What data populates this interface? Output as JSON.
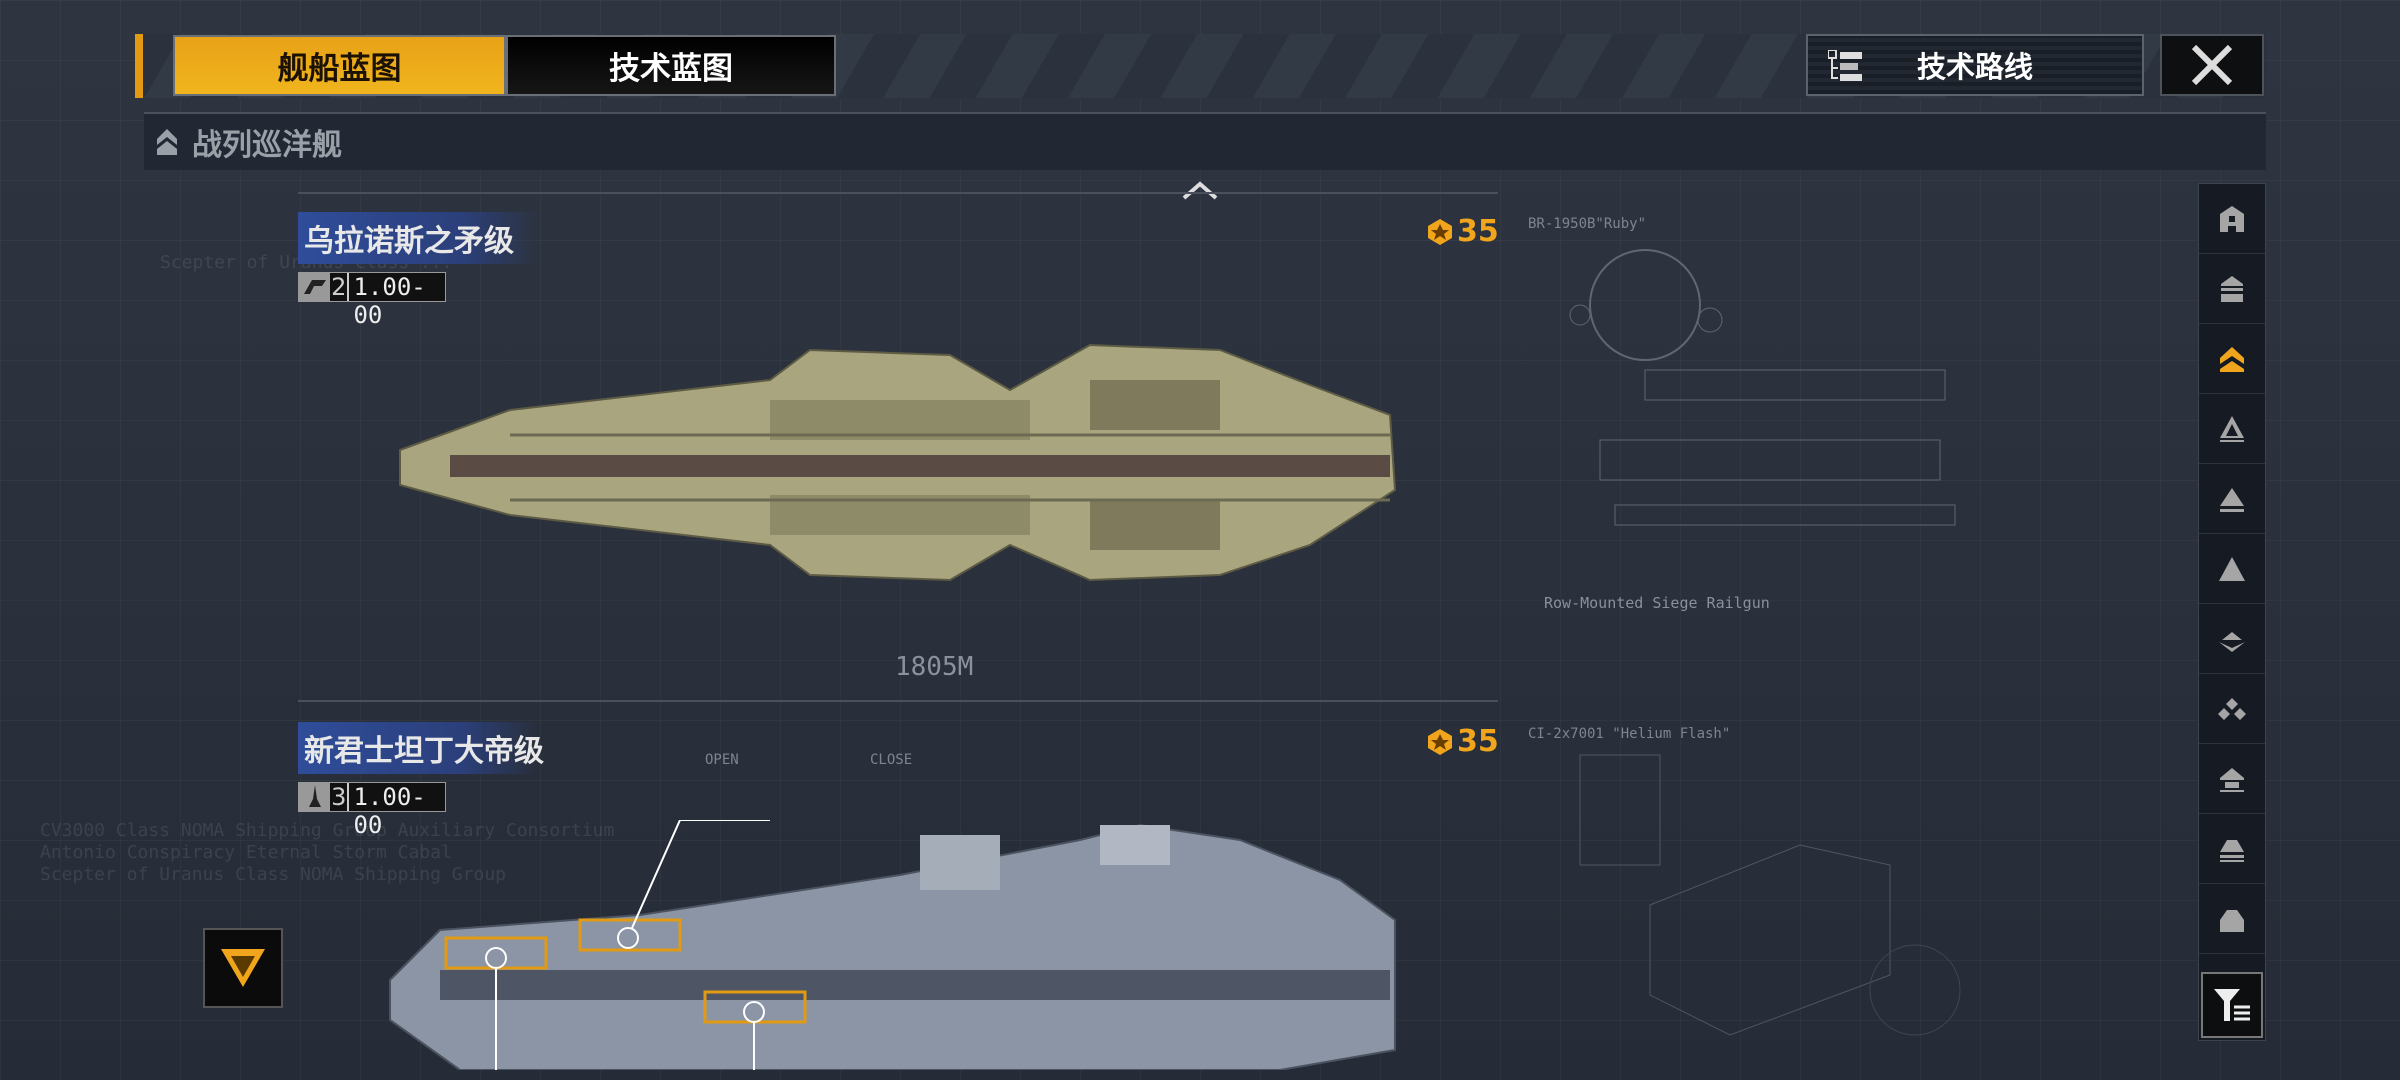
{
  "tabs": [
    {
      "label": "舰船蓝图",
      "active": true
    },
    {
      "label": "技术蓝图",
      "active": false
    }
  ],
  "tech_route": {
    "label": "技术路线",
    "icon": "tree-list-icon"
  },
  "close": {
    "icon": "close-icon"
  },
  "category": {
    "label": "战列巡洋舰",
    "icon": "battlecruiser-icon"
  },
  "ships": [
    {
      "name": "乌拉诺斯之矛级",
      "tier": "2",
      "value": "1.00-00",
      "cost": "35",
      "scale": "1805M",
      "blueprint": {
        "module1": "BR-1950B\"Ruby\"",
        "module2": "Row-Mounted Siege Railgun"
      }
    },
    {
      "name": "新君士坦丁大帝级",
      "tier": "3",
      "value": "1.00-00",
      "cost": "35",
      "blueprint": {
        "module1": "CI-2x7001 \"Helium Flash\"",
        "open": "OPEN",
        "close": "CLOSE"
      }
    }
  ],
  "sidebar": {
    "items": [
      "carrier-icon",
      "cruiser-icon",
      "battlecruiser-icon",
      "destroyer-icon",
      "frigate-icon",
      "corvette-icon",
      "aux-ship-icon",
      "fighter-icon",
      "station-icon",
      "transport-icon",
      "basic-hull-icon"
    ],
    "active_index": 2,
    "filter_icon": "filter-icon"
  },
  "background_text": [
    "Scepter of Uranus Class ...",
    "CV3000 Class NOMA Shipping Group Auxiliary Consortium",
    "Antonio Conspiracy Eternal Storm Cabal",
    "Scepter of Uranus Class NOMA Shipping Group"
  ],
  "colors": {
    "accent": "#f0b51d",
    "active_icon": "#f1a51c",
    "title_band": "#2f4d9a"
  }
}
